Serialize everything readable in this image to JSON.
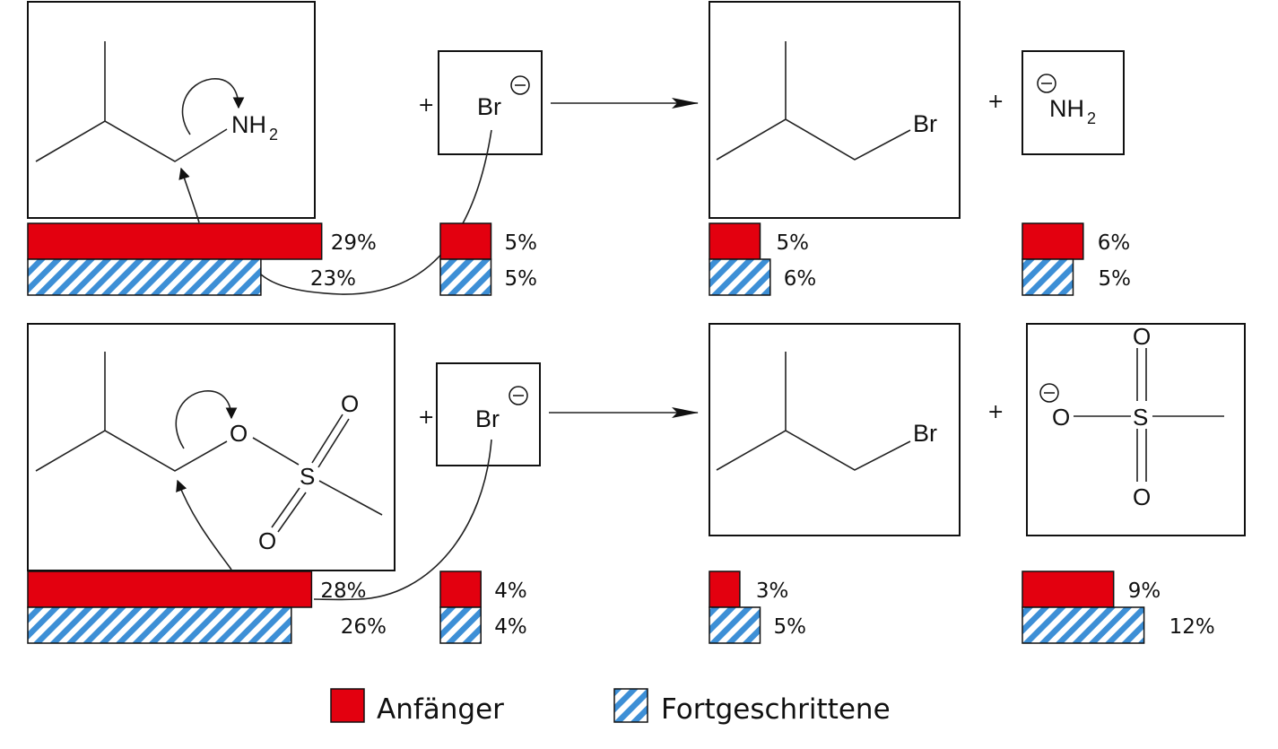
{
  "colors": {
    "beginner": "#e3000f",
    "advanced_stripe": "#3d8fd6",
    "advanced_bg": "#ffffff",
    "outline": "#111111"
  },
  "labels": {
    "nh2_main": "NH",
    "nh2_sub": "2",
    "br": "Br",
    "o": "O",
    "s": "S",
    "plus": "+"
  },
  "rows": [
    {
      "reaction": "amine",
      "items": [
        {
          "item": "substrate",
          "beginner": {
            "value": 29,
            "label": "29%"
          },
          "advanced": {
            "value": 23,
            "label": "23%"
          }
        },
        {
          "item": "nucleophile",
          "beginner": {
            "value": 5,
            "label": "5%"
          },
          "advanced": {
            "value": 5,
            "label": "5%"
          }
        },
        {
          "item": "product",
          "beginner": {
            "value": 5,
            "label": "5%"
          },
          "advanced": {
            "value": 6,
            "label": "6%"
          }
        },
        {
          "item": "leaving-group",
          "beginner": {
            "value": 6,
            "label": "6%"
          },
          "advanced": {
            "value": 5,
            "label": "5%"
          }
        }
      ]
    },
    {
      "reaction": "mesylate",
      "items": [
        {
          "item": "substrate",
          "beginner": {
            "value": 28,
            "label": "28%"
          },
          "advanced": {
            "value": 26,
            "label": "26%"
          }
        },
        {
          "item": "nucleophile",
          "beginner": {
            "value": 4,
            "label": "4%"
          },
          "advanced": {
            "value": 4,
            "label": "4%"
          }
        },
        {
          "item": "product",
          "beginner": {
            "value": 3,
            "label": "3%"
          },
          "advanced": {
            "value": 5,
            "label": "5%"
          }
        },
        {
          "item": "leaving-group",
          "beginner": {
            "value": 9,
            "label": "9%"
          },
          "advanced": {
            "value": 12,
            "label": "12%"
          }
        }
      ]
    }
  ],
  "legend": {
    "beginner": "Anfänger",
    "advanced": "Fortgeschrittene"
  }
}
